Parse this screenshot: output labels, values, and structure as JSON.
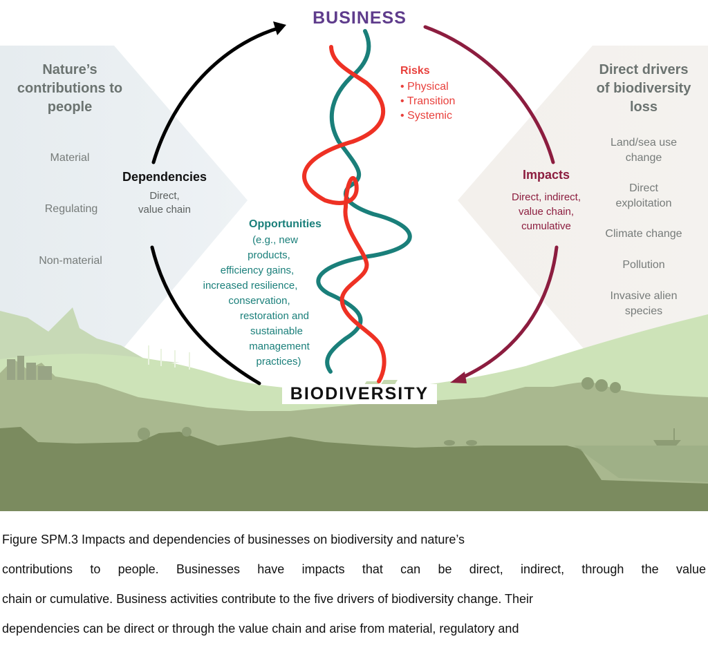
{
  "figure": {
    "top_label": "BUSINESS",
    "bottom_label": "BIODIVERSITY",
    "left_panel": {
      "title_lines": [
        "Nature’s",
        "contributions to",
        "people"
      ],
      "items": [
        "Material",
        "Regulating",
        "Non-material"
      ]
    },
    "right_panel": {
      "title_lines": [
        "Direct drivers",
        "of biodiversity",
        "loss"
      ],
      "items": [
        [
          "Land/sea use",
          "change"
        ],
        [
          "Direct",
          "exploitation"
        ],
        [
          "Climate change"
        ],
        [
          "Pollution"
        ],
        [
          "Invasive alien",
          "species"
        ]
      ]
    },
    "dependencies": {
      "title": "Dependencies",
      "lines": [
        "Direct,",
        "value chain"
      ]
    },
    "impacts": {
      "title": "Impacts",
      "lines": [
        "Direct, indirect,",
        "value chain,",
        "cumulative"
      ]
    },
    "risks": {
      "title": "Risks",
      "items": [
        "Physical",
        "Transition",
        "Systemic"
      ],
      "bullet": "•"
    },
    "opportunities": {
      "title": "Opportunities",
      "lines": [
        "(e.g., new",
        "products,",
        "efficiency gains,",
        "increased resilience,",
        "conservation,",
        "restoration and",
        "sustainable",
        "management",
        "practices)"
      ]
    },
    "colors": {
      "business": "#5f3c8c",
      "impacts_arrow": "#8c1d3f",
      "dependencies_arrow": "#000000",
      "risk_strand": "#ee3124",
      "opportunity_strand": "#1a7f7a",
      "landscape_dark": "#7b8b5f",
      "landscape_mid": "#a9b88f",
      "landscape_light": "#cfe3bb"
    }
  },
  "caption": {
    "lines": [
      "Figure SPM.3 Impacts and dependencies of businesses on biodiversity and nature’s",
      "contributions to people. Businesses have impacts that can be direct, indirect, through the value",
      "chain or cumulative. Business activities contribute to the five drivers of biodiversity change. Their",
      "dependencies can be direct or through the value chain and arise from material, regulatory and"
    ]
  }
}
